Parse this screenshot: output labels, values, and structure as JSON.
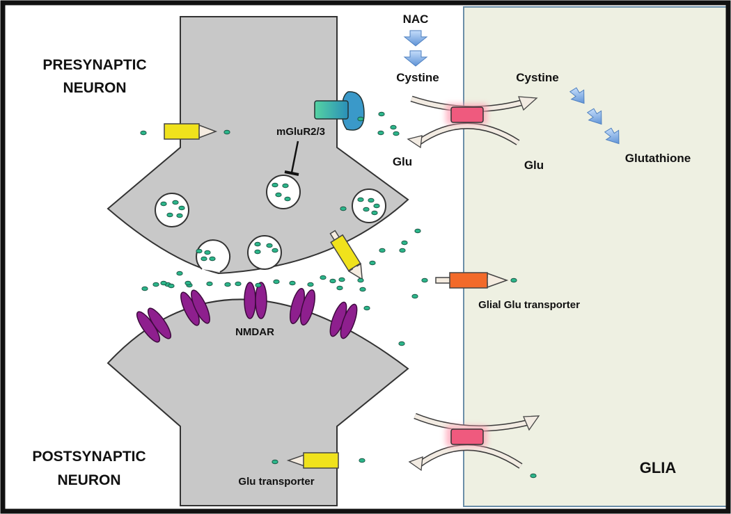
{
  "labels": {
    "presynaptic_line1": "PRESYNAPTIC",
    "presynaptic_line2": "NEURON",
    "postsynaptic_line1": "POSTSYNAPTIC",
    "postsynaptic_line2": "NEURON",
    "glia": "GLIA",
    "nac": "NAC",
    "cystine_left": "Cystine",
    "cystine_right": "Cystine",
    "glu_left": "Glu",
    "glu_right": "Glu",
    "glutathione": "Glutathione",
    "mglur": "mGluR2/3",
    "nmdar": "NMDAR",
    "glial_glu_transporter": "Glial Glu transporter",
    "glu_transporter": "Glu transporter"
  },
  "colors": {
    "neuron_fill": "#c8c8c8",
    "glia_fill": "#eef0e2",
    "glutamate_dot": "#2db58a",
    "nmdar": "#8e1f8e",
    "exchanger": "#ef5a7e",
    "glial_transporter": "#f26a2a",
    "neuronal_transporter": "#f0e21c",
    "metabotropic_receptor": "#3fc1b0",
    "flow_arrow": "#8db8ea"
  }
}
